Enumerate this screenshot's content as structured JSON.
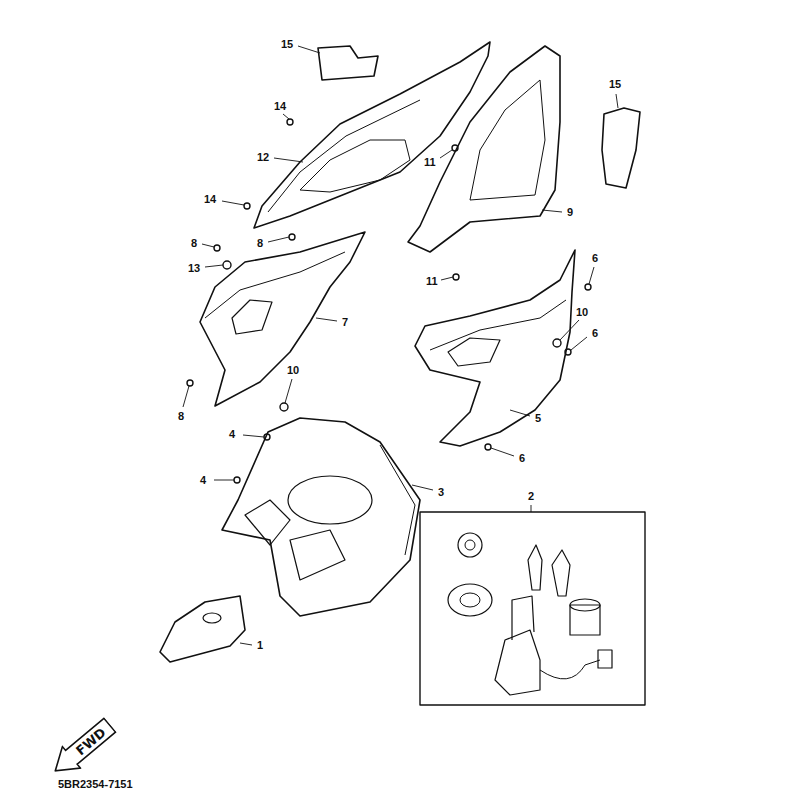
{
  "diagram": {
    "nodes": [
      {
        "text": [
          "FWD"
        ]
      }
    ],
    "labels": [
      "15",
      "15",
      "14",
      "12",
      "11",
      "14",
      "9",
      "8",
      "8",
      "6",
      "13",
      "11",
      "10",
      "7",
      "6",
      "10",
      "8",
      "5",
      "4",
      "6",
      "4",
      "3",
      "2",
      "1",
      "5BR2354-7151"
    ]
  }
}
